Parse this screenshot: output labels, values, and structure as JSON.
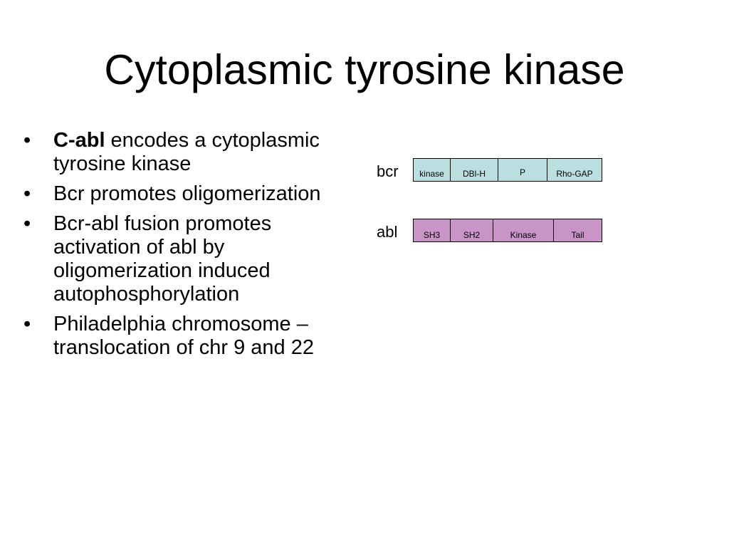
{
  "slide": {
    "title": "Cytoplasmic tyrosine kinase"
  },
  "bullets": [
    {
      "bold_prefix": "C-abl",
      "text": " encodes a cytoplasmic tyrosine kinase"
    },
    {
      "bold_prefix": "",
      "text": "Bcr promotes oligomerization"
    },
    {
      "bold_prefix": "",
      "text": "Bcr-abl fusion promotes activation of abl by oligomerization induced autophosphorylation"
    },
    {
      "bold_prefix": "",
      "text": "Philadelphia chromosome – translocation of chr 9 and 22"
    }
  ],
  "bullet_symbol": "•",
  "diagram": {
    "bcr": {
      "label": "bcr",
      "color": "#b9dfe1",
      "domains": [
        "kinase",
        "DBl-H",
        "P",
        "Rho-GAP"
      ]
    },
    "abl": {
      "label": "abl",
      "color": "#c995c8",
      "domains": [
        "SH3",
        "SH2",
        "Kinase",
        "Tail"
      ]
    }
  }
}
